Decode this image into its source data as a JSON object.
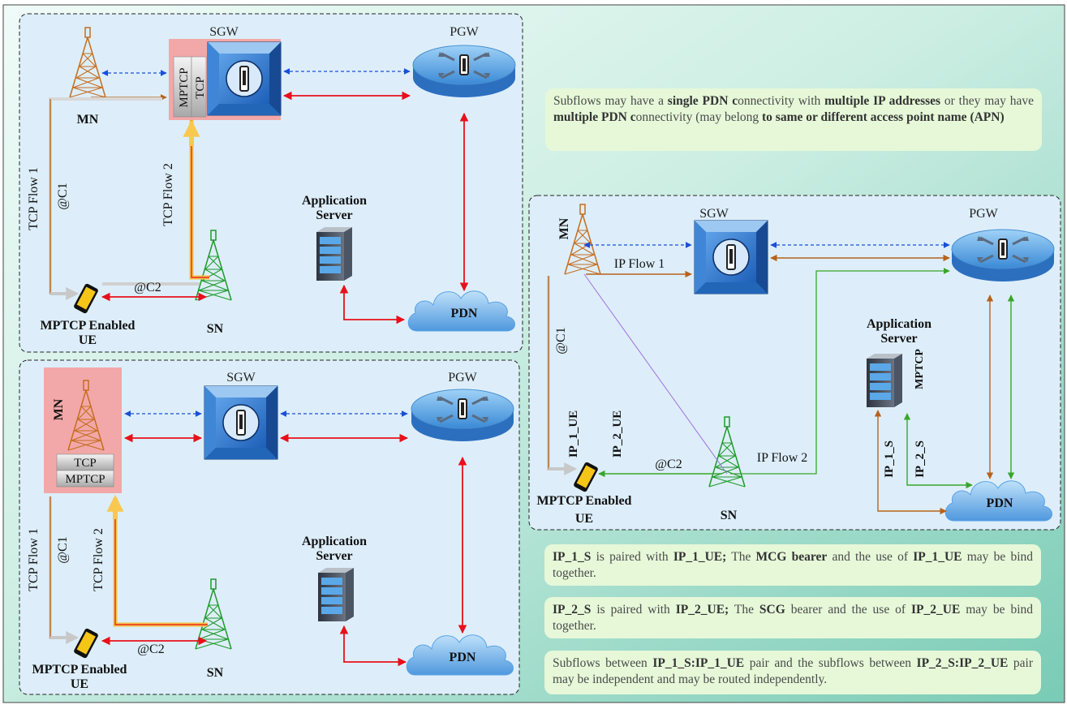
{
  "labels": {
    "sgw": "SGW",
    "pgw": "PGW",
    "pdn": "PDN",
    "mn": "MN",
    "sn": "SN",
    "app_server_line1": "Application",
    "app_server_line2": "Server",
    "ue_line1": "MPTCP  Enabled",
    "ue_line2": "UE",
    "mptcp": "MPTCP",
    "tcp": "TCP",
    "tcp_flow_1": "TCP Flow 1",
    "tcp_flow_2": "TCP Flow 2",
    "c1": "@C1",
    "c2": "@C2",
    "ip_flow_1": "IP Flow 1",
    "ip_flow_2": "IP Flow 2",
    "ip_1_ue": "IP_1_UE",
    "ip_2_ue": "IP_2_UE",
    "ip_1_s": "IP_1_S",
    "ip_2_s": "IP_2_S"
  },
  "notes": {
    "n1": [
      {
        "t": "Subflows may have a "
      },
      {
        "t": "single PDN c",
        "b": true
      },
      {
        "t": "onnectivity with "
      },
      {
        "t": "multiple IP addresses",
        "b": true
      },
      {
        "t": " or they may have "
      },
      {
        "t": "multiple PDN c",
        "b": true
      },
      {
        "t": "onnectivity (may belong "
      },
      {
        "t": "to same or different access point name (APN)",
        "b": true
      }
    ],
    "n2": [
      {
        "t": "IP_1_S",
        "b": true
      },
      {
        "t": " is paired with "
      },
      {
        "t": "IP_1_UE;",
        "b": true
      },
      {
        "t": " The "
      },
      {
        "t": "MCG bearer",
        "b": true
      },
      {
        "t": " and the use of "
      },
      {
        "t": "IP_1_UE",
        "b": true
      },
      {
        "t": " may be bind together."
      }
    ],
    "n3": [
      {
        "t": "IP_2_S",
        "b": true
      },
      {
        "t": " is paired with "
      },
      {
        "t": "IP_2_UE;",
        "b": true
      },
      {
        "t": " The "
      },
      {
        "t": "SCG",
        "b": true
      },
      {
        "t": " bearer and the use of "
      },
      {
        "t": "IP_2_UE",
        "b": true
      },
      {
        "t": " may be bind together."
      }
    ],
    "n4": [
      {
        "t": "Subflows between "
      },
      {
        "t": "IP_1_S:IP_1_UE",
        "b": true
      },
      {
        "t": " pair and the subflows between "
      },
      {
        "t": "IP_2_S:IP_2_UE",
        "b": true
      },
      {
        "t": "  pair may be independent and may be routed independently."
      }
    ]
  },
  "colors": {
    "orange": "#b8621b",
    "red": "#e8101a",
    "blue": "#1a4fd8",
    "green": "#3aa52a",
    "purple": "#a070e0",
    "panel": "#ddeefa",
    "note": "#e6f8d8",
    "mn_highlight": "#f2a8a8"
  }
}
